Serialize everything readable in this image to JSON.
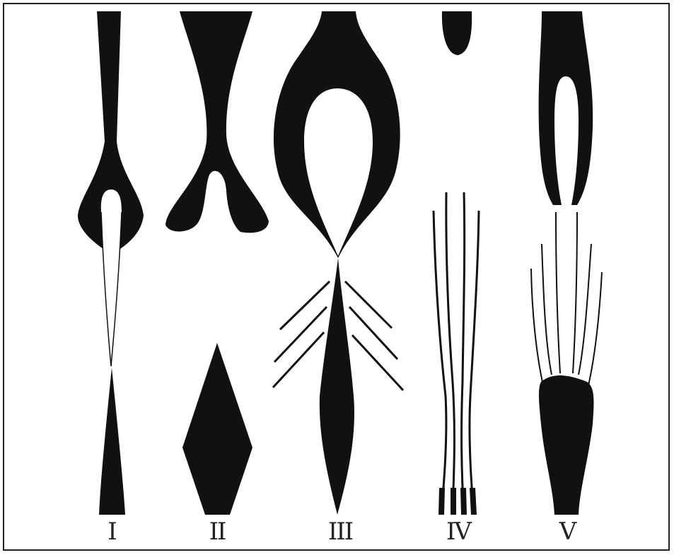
{
  "figure": {
    "labels": [
      "I",
      "II",
      "III",
      "IV",
      "V"
    ],
    "ink_color": "#111111",
    "background_color": "#ffffff"
  }
}
